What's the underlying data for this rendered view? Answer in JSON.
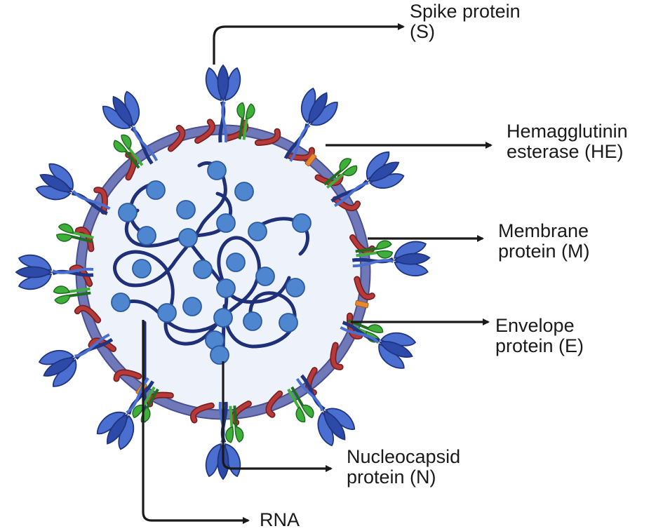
{
  "labels": {
    "spike": {
      "line1": "Spike protein",
      "line2": "(S)"
    },
    "hemagglutinin": {
      "line1": "Hemagglutinin",
      "line2": "esterase (HE)"
    },
    "membrane": {
      "line1": "Membrane",
      "line2": "protein (M)"
    },
    "envelope": {
      "line1": "Envelope",
      "line2": "protein (E)"
    },
    "nucleocapsid": {
      "line1": "Nucleocapsid",
      "line2": "protein (N)"
    },
    "rna": {
      "line1": "RNA"
    }
  },
  "colors": {
    "spike_fill": "#4a6fd1",
    "spike_dark": "#2e4aa8",
    "spike_stroke": "#1f3580",
    "he_green": "#3fae3b",
    "he_dark": "#1f6d1f",
    "membrane_red": "#b73a3a",
    "envelope_orange": "#e9892f",
    "envelope_ring": "#6f78b8",
    "interior": "#eef3fb",
    "rna_strand": "#1f2f78",
    "nucleocapsid_bead": "#4f86d0",
    "arrow": "#1a1a1a"
  }
}
